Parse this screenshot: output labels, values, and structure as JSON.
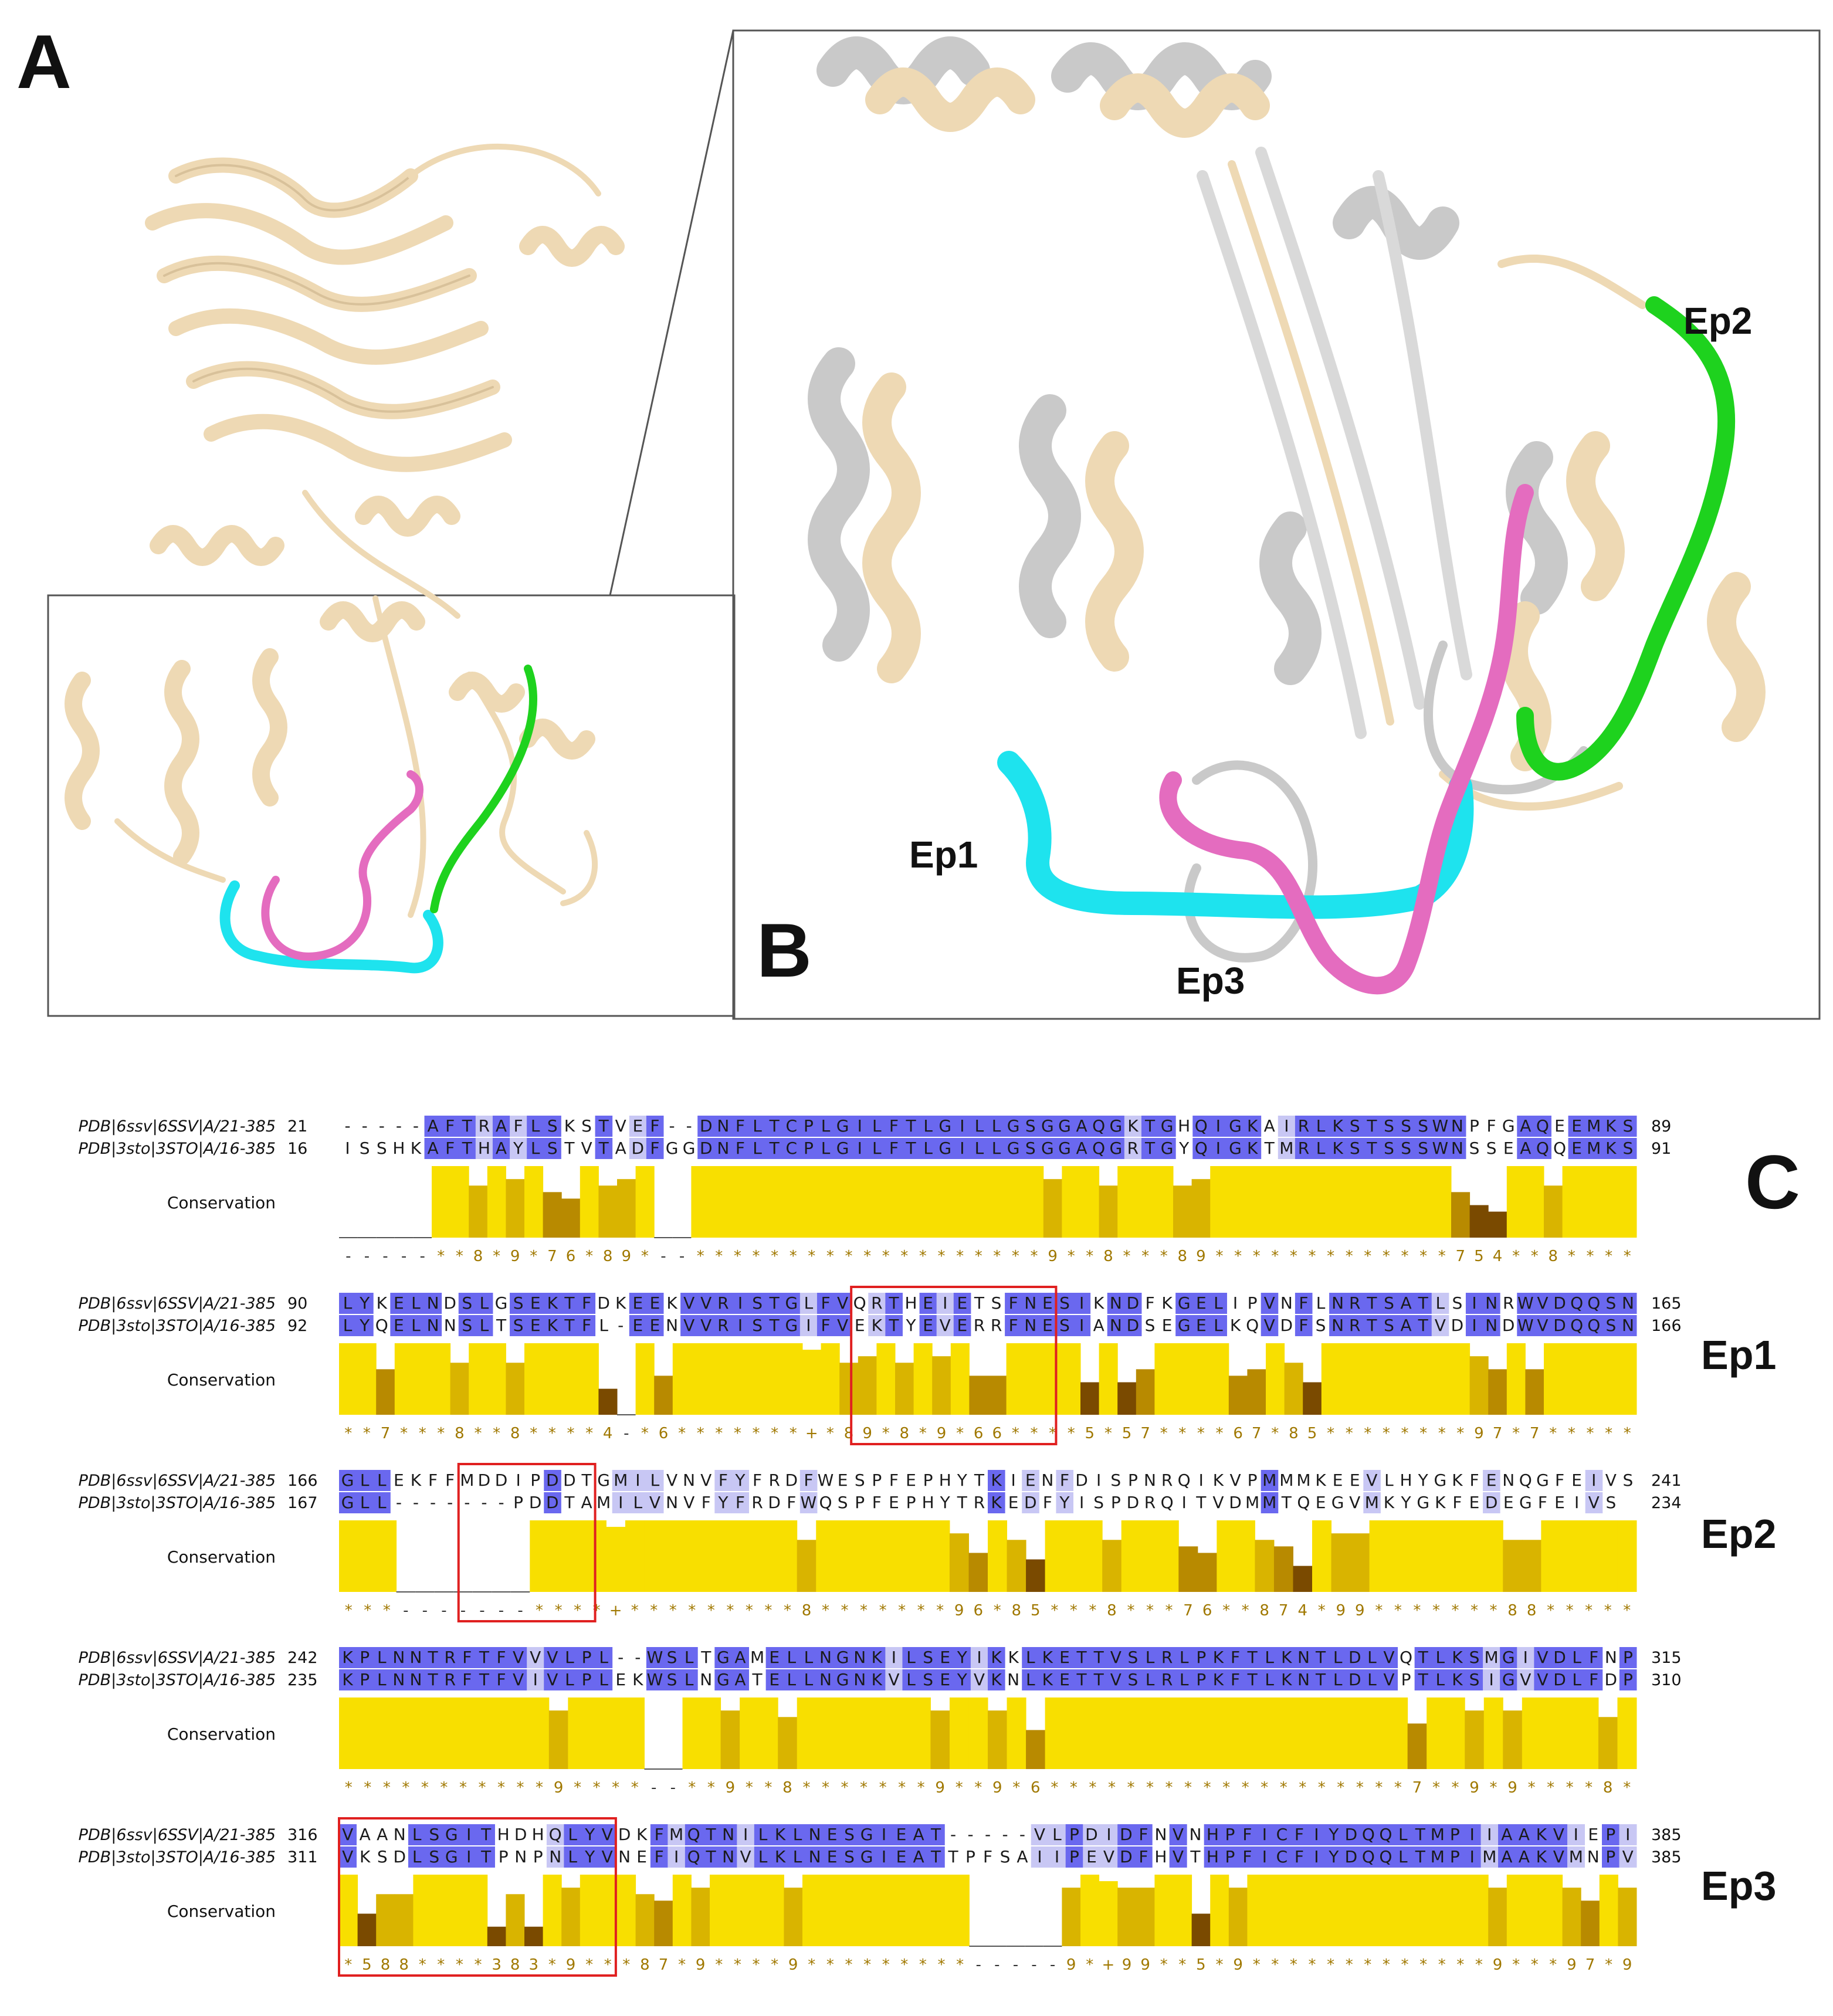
{
  "panels": {
    "a": "A",
    "b": "B",
    "c": "C"
  },
  "epitope_labels": {
    "ep1": "Ep1",
    "ep2": "Ep2",
    "ep3": "Ep3"
  },
  "colors": {
    "ribbon_tan": "#eed9b4",
    "ribbon_grey": "#c9c9c9",
    "ep1": "#1ee3ee",
    "ep2": "#1ed21e",
    "ep3": "#e46cbf",
    "residue_identical": "#6a68ef",
    "residue_similar": "#c8c7f4",
    "conservation_bar": "#f8df00",
    "box": "#e02020"
  },
  "alignment": {
    "conservation_label": "Conservation",
    "blocks": [
      {
        "seqs": [
          {
            "name": "PDB|6ssv|6SSV|A/21-385",
            "start": "21",
            "end": "89",
            "seq": "-----AFTRAFLSKSTVEF--DNFLTCPLGILFTLGILLGSGGAQGKTGHQIGKAIRLKSTSSSWNPFGAQEEMKS"
          },
          {
            "name": "PDB|3sto|3STO|A/16-385",
            "start": "16",
            "end": "91",
            "seq": "ISSHKAFTHAYLSTVTADFGGDNFLTCPLGILFTLGILLGSGGAQGRTGYQIGKTMRLKSTSSSWNSSEAQQEMKS"
          }
        ],
        "cons": "-----**8*9*76*89*--*******************9**8***89*************754**8****"
      },
      {
        "seqs": [
          {
            "name": "PDB|6ssv|6SSV|A/21-385",
            "start": "90",
            "end": "165",
            "seq": "LYKELNDSLGSEKTFDKEEKVVRISTGLFVQRTHEIETSFNESIKNDFKGELIPVNFLNRTSATLSINRWVDQQSN"
          },
          {
            "name": "PDB|3sto|3STO|A/16-385",
            "start": "92",
            "end": "166",
            "seq": "LYQELNNSLTSEKTFL-EENVVRISTGIFVEKTYEVERRFNESIANDSEGELKQVDFSNRTSATVDINDWVDQQSN"
          }
        ],
        "cons": "**7***8**8****4-*6*******+*89*8*9*66****5*57****67*85********97*7*****"
      },
      {
        "seqs": [
          {
            "name": "PDB|6ssv|6SSV|A/21-385",
            "start": "166",
            "end": "241",
            "seq": "GLLEKFFMDDIPDDTGMILVNVFYFRDFWESPFEPHYTKIENFDISPNRQIKVPMMMKEEVLHYGKFENQGFEIVS"
          },
          {
            "name": "PDB|3sto|3STO|A/16-385",
            "start": "167",
            "end": "234",
            "seq": "GLL-------PDDTAMILVNVFYFRDFWQSPFEPHYTRKEDFYISPDRQITVDMMTQEGVMKYGKFEDEGFEIVS"
          }
        ],
        "cons": "***-------****+*********8*******96*85***8***76**874*99*******88*****"
      },
      {
        "seqs": [
          {
            "name": "PDB|6ssv|6SSV|A/21-385",
            "start": "242",
            "end": "315",
            "seq": "KPLNNTRFTFVVVLPL--WSLTGAMELLNGNKILSEYIKKLKETTVSLRLPKFTLKNTLDLVQTLKSMGIVDLFNP"
          },
          {
            "name": "PDB|3sto|3STO|A/16-385",
            "start": "235",
            "end": "310",
            "seq": "KPLNNTRFTFVIVLPLEKWSLNGATELLNGNKVLSEYVKNLKETTVSLRLPKFTLKNTLDLVPTLKSIGVVDLFDP"
          }
        ],
        "cons": "***********9****--**9**8*******9**9*6*******************7**9*9****8*"
      },
      {
        "seqs": [
          {
            "name": "PDB|6ssv|6SSV|A/21-385",
            "start": "316",
            "end": "385",
            "seq": "VAANLSGITHDHQLYVDKFMQTNILKLNESGIEAT-----VLPDIDFNVNHPFICFIYDQQLTMPIIAAKVIEPI"
          },
          {
            "name": "PDB|3sto|3STO|A/16-385",
            "start": "311",
            "end": "385",
            "seq": "VKSDLSGITPNPNLYVNEFIQTNVLKLNESGIEATTPFSAIIPEVDFHVTHPFICFIYDQQLTMPIMAAKVMNPV"
          }
        ],
        "cons": "*588****383*9***87*9****9*********-----9*+99**5*9*************9***97*9"
      }
    ],
    "boxes": [
      {
        "block": 1,
        "from": 30,
        "to": 42,
        "label_ref": "ep1"
      },
      {
        "block": 2,
        "from": 7,
        "to": 15,
        "label_ref": "ep2"
      },
      {
        "block": 4,
        "from": 0,
        "to": 16,
        "label_ref": "ep3"
      }
    ]
  }
}
